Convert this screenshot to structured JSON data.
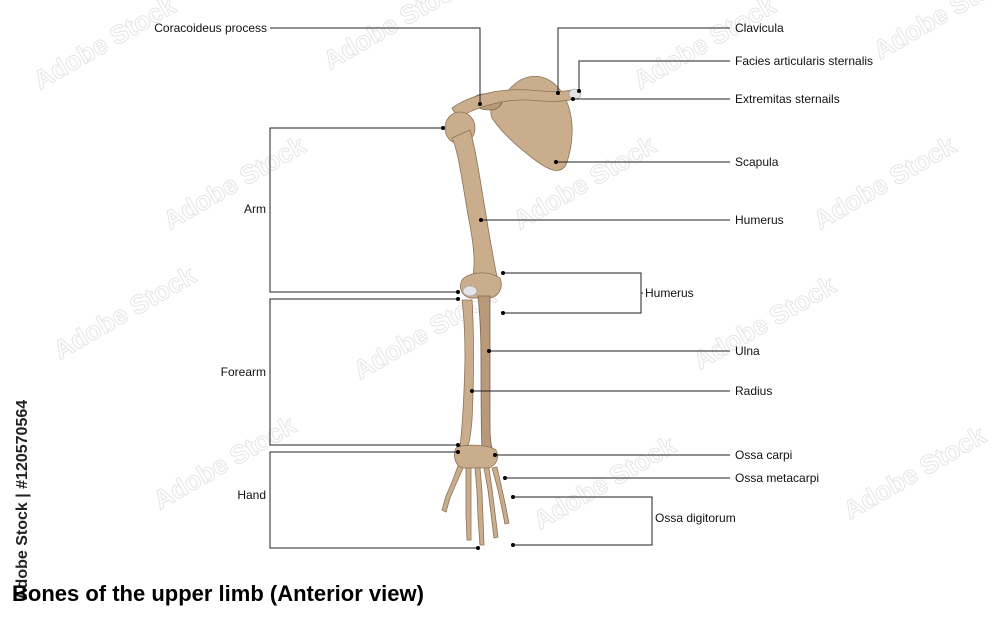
{
  "diagram": {
    "title": "Bones of the upper limb (Anterior view)",
    "side_watermark": "Adobe Stock | #120570564",
    "watermark_text": "Adobe Stock",
    "labels": {
      "coracoideus": "Coracoideus process",
      "clavicula": "Clavicula",
      "facies": "Facies articularis sternalis",
      "extremitas": "Extremitas sternails",
      "scapula": "Scapula",
      "humerus_shaft": "Humerus",
      "humerus_distal": "Humerus",
      "ulna": "Ulna",
      "radius": "Radius",
      "ossa_carpi": "Ossa carpi",
      "ossa_metacarpi": "Ossa metacarpi",
      "ossa_digitorum": "Ossa digitorum",
      "arm": "Arm",
      "forearm": "Forearm",
      "hand": "Hand"
    }
  }
}
